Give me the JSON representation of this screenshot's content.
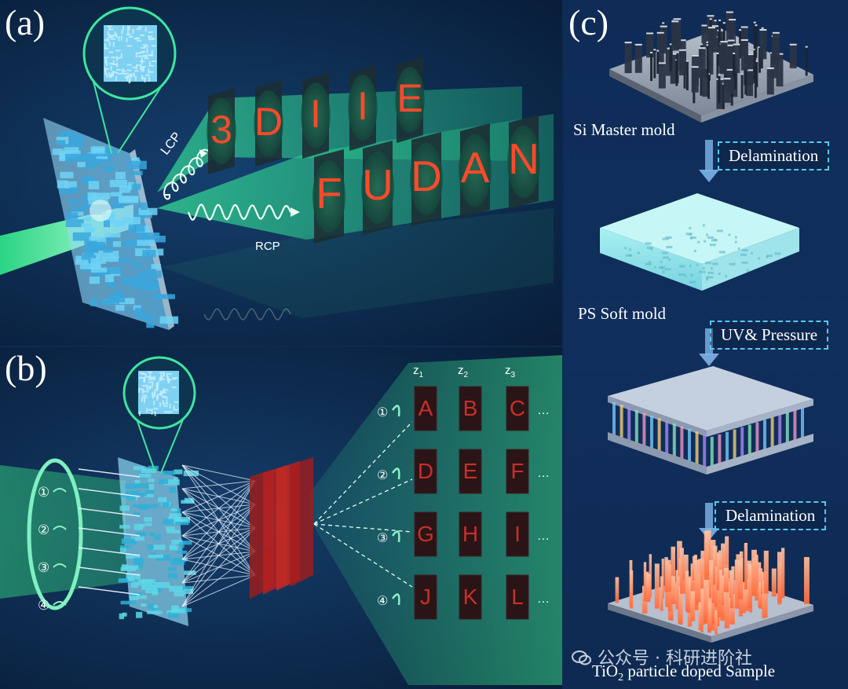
{
  "labels": {
    "a": "(a)",
    "b": "(b)",
    "c": "(c)"
  },
  "panel_a": {
    "lcp": "LCP",
    "rcp": "RCP",
    "top_letters": [
      "3",
      "D",
      "I",
      "I",
      "E"
    ],
    "bottom_letters": [
      "F",
      "U",
      "D",
      "A",
      "N"
    ]
  },
  "panel_b": {
    "z_labels": [
      "z1",
      "z2",
      "z3"
    ],
    "z_base": "z",
    "z_subs": [
      "1",
      "2",
      "3"
    ],
    "rows": [
      {
        "marker": "①",
        "letters": [
          "A",
          "B",
          "C"
        ]
      },
      {
        "marker": "②",
        "letters": [
          "D",
          "E",
          "F"
        ]
      },
      {
        "marker": "③",
        "letters": [
          "G",
          "H",
          "I"
        ]
      },
      {
        "marker": "④",
        "letters": [
          "J",
          "K",
          "L"
        ]
      }
    ],
    "ellipsis": "…",
    "left_markers": [
      "①",
      "②",
      "③",
      "④"
    ]
  },
  "panel_c": {
    "captions": {
      "si_master": "Si Master mold",
      "ps_soft": "PS Soft mold",
      "sample_prefix": "TiO",
      "sample_sub": "2",
      "sample_suffix": " particle doped Sample"
    },
    "steps": [
      "Delamination",
      "UV& Pressure",
      "Delamination"
    ]
  },
  "watermark": "公众号 · 科研进阶社",
  "colors": {
    "beam": "#38e0a0",
    "letter": "#ff4a2a",
    "metasurface": "#5fc8f0",
    "dashed": "#56c8ee",
    "pillar": "#ff8a5c"
  }
}
